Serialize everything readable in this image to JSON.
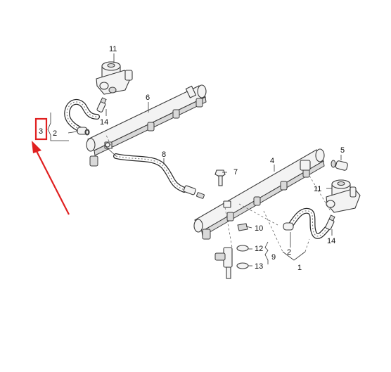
{
  "callouts": {
    "c1": "1",
    "c2a": "2",
    "c2b": "2",
    "c3": "3",
    "c4": "4",
    "c5": "5",
    "c6": "6",
    "c7": "7",
    "c8": "8",
    "c9": "9",
    "c10": "10",
    "c11a": "11",
    "c11b": "11",
    "c12": "12",
    "c13": "13",
    "c14a": "14",
    "c14b": "14"
  },
  "annotation": {
    "highlight_color": "#e02020",
    "highlighted_callout": "3"
  },
  "icons": {
    "highlight": "highlight-box",
    "pointer": "red-arrow"
  }
}
